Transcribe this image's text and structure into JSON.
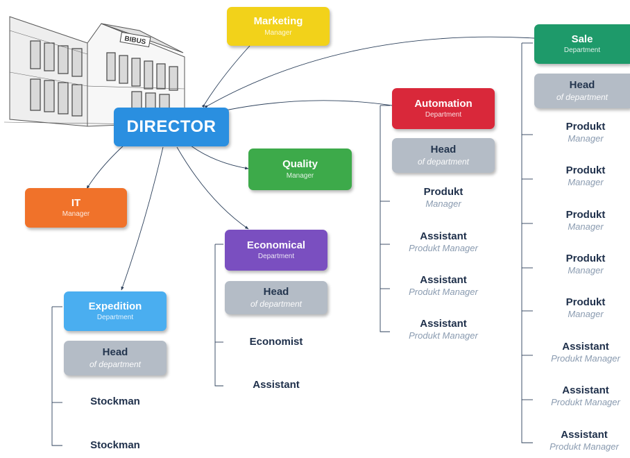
{
  "building": {
    "sign": "BIBUS"
  },
  "director": {
    "title": "DIRECTOR"
  },
  "marketing": {
    "title": "Marketing",
    "subtitle": "Manager"
  },
  "quality": {
    "title": "Quality",
    "subtitle": "Manager"
  },
  "it": {
    "title": "IT",
    "subtitle": "Manager"
  },
  "expedition": {
    "title": "Expedition",
    "subtitle": "Department",
    "head": {
      "title": "Head",
      "subtitle": "of department"
    },
    "items": [
      {
        "title": "Stockman"
      },
      {
        "title": "Stockman"
      }
    ]
  },
  "economical": {
    "title": "Economical",
    "subtitle": "Department",
    "head": {
      "title": "Head",
      "subtitle": "of department"
    },
    "items": [
      {
        "title": "Economist"
      },
      {
        "title": "Assistant"
      }
    ]
  },
  "automation": {
    "title": "Automation",
    "subtitle": "Department",
    "head": {
      "title": "Head",
      "subtitle": "of department"
    },
    "items": [
      {
        "title": "Produkt",
        "subtitle": "Manager"
      },
      {
        "title": "Assistant",
        "subtitle": "Produkt Manager"
      },
      {
        "title": "Assistant",
        "subtitle": "Produkt Manager"
      },
      {
        "title": "Assistant",
        "subtitle": "Produkt Manager"
      }
    ]
  },
  "sale": {
    "title": "Sale",
    "subtitle": "Department",
    "head": {
      "title": "Head",
      "subtitle": "of department"
    },
    "items": [
      {
        "title": "Produkt",
        "subtitle": "Manager"
      },
      {
        "title": "Produkt",
        "subtitle": "Manager"
      },
      {
        "title": "Produkt",
        "subtitle": "Manager"
      },
      {
        "title": "Produkt",
        "subtitle": "Manager"
      },
      {
        "title": "Produkt",
        "subtitle": "Manager"
      },
      {
        "title": "Assistant",
        "subtitle": "Produkt Manager"
      },
      {
        "title": "Assistant",
        "subtitle": "Produkt Manager"
      },
      {
        "title": "Assistant",
        "subtitle": "Produkt Manager"
      }
    ]
  },
  "colors": {
    "director": "#2a8fe0",
    "marketing": "#f2d21a",
    "quality": "#3daa4a",
    "it": "#f0722a",
    "expedition": "#4aaef0",
    "economical": "#7a4fc0",
    "automation": "#d9283a",
    "sale": "#1e9a6a",
    "head": "#b4bcc6",
    "line": "#2b3f5a"
  }
}
